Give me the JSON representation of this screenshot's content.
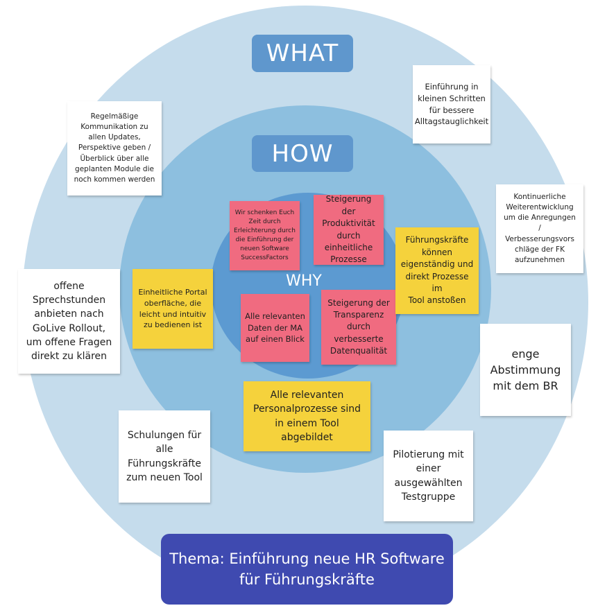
{
  "labels": {
    "what": "WHAT",
    "how": "HOW",
    "why": "WHY"
  },
  "topic": "Thema: Einführung neue HR Software\nfür Führungskräfte",
  "notes": {
    "kommunikation": "Regelmäßige\nKommunikation zu\nallen Updates,\nPerspektive geben /\nÜberblick über alle\ngeplanten Module die\nnoch kommen werden",
    "kleine_schritte": "Einführung in\nkleinen Schritten\nfür bessere\nAlltagstauglichkeit",
    "weiterentwicklung": "Kontinuerliche\nWeiterentwicklung\num die Anregungen\n/\nVerbesserungsvors\nchläge der FK\naufzunehmen",
    "sprechstunden": "offene\nSprechstunden\nanbieten nach\nGoLive Rollout,\num offene Fragen\ndirekt zu klären",
    "abstimmung": "enge\nAbstimmung\nmit dem BR",
    "schulungen": "Schulungen für\nalle\nFührungskräfte\nzum neuen Tool",
    "pilotierung": "Pilotierung mit\neiner\nausgewählten\nTestgruppe",
    "erleichterung": "Wir schenken Euch\nZeit durch\nErleichterung durch\ndie Einführung der\nneuen Software\nSuccessFactors",
    "produktivitaet": "Steigerung der\nProduktivität\ndurch\neinheitliche\nProzesse",
    "daten_blick": "Alle relevanten\nDaten der MA\nauf einen Blick",
    "transparenz": "Steigerung der\nTransparenz\ndurch\nverbesserte\nDatenqualität",
    "portal": "Einheitliche Portal\noberfläche, die\nleicht und intuitiv\nzu bedienen ist",
    "eigenstaendig": "Führungskräfte\nkönnen\neigenständig und\ndirekt Prozesse im\nTool anstoßen",
    "personalprozesse": "Alle relevanten\nPersonalprozesse sind\nin einem Tool\nabgebildet"
  },
  "colors": {
    "outer_ring": "#c5dcec",
    "middle_ring": "#8dbfdf",
    "inner_circle": "#5c9ad1",
    "label_pill": "#5f97cd",
    "topic_box": "#3f4ab0",
    "pink_note": "#f06b80",
    "yellow_note": "#f5d23c",
    "white_note": "#ffffff"
  }
}
